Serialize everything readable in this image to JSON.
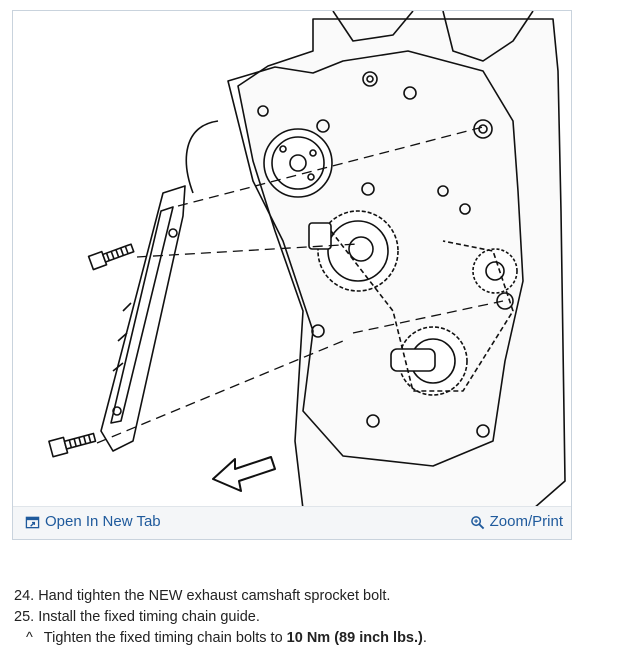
{
  "figure": {
    "toolbar": {
      "open_label": "Open In New Tab",
      "zoom_label": "Zoom/Print",
      "link_color": "#1f5a9c"
    },
    "icons": [
      "open-new-tab-icon",
      "zoom-magnifier-icon"
    ]
  },
  "steps": [
    {
      "number": "24.",
      "text": "Hand tighten the NEW exhaust camshaft sprocket bolt."
    },
    {
      "number": "25.",
      "text": "Install the fixed timing chain guide."
    }
  ],
  "substep": {
    "marker": "^",
    "prefix": "Tighten the fixed timing chain bolts to",
    "torque": "10 Nm (89 inch lbs.)",
    "suffix": "."
  }
}
